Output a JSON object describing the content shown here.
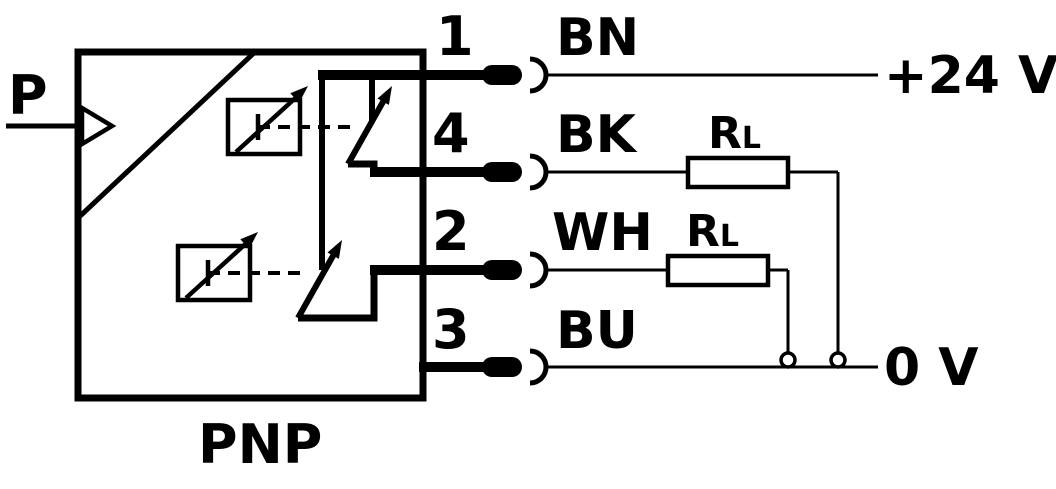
{
  "diagram": {
    "type": "pnp-sensor-wiring-diagram",
    "device_label": "PNP",
    "input_label": "P",
    "pins": [
      {
        "number": "1",
        "color_code": "BN"
      },
      {
        "number": "4",
        "color_code": "BK"
      },
      {
        "number": "2",
        "color_code": "WH"
      },
      {
        "number": "3",
        "color_code": "BU"
      }
    ],
    "resistor": {
      "symbol": "R",
      "subscript": "L"
    },
    "rails": {
      "supply": "+24 V",
      "ground": "0 V"
    },
    "colors": {
      "line": "#000000",
      "background": "#ffffff"
    }
  }
}
